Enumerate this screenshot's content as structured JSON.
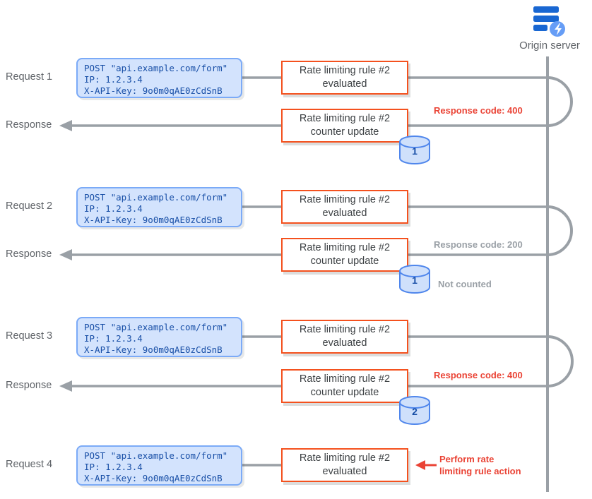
{
  "entity": {
    "label": "Origin server"
  },
  "payload": {
    "line1": "POST \"api.example.com/form\"",
    "line2": "IP: 1.2.3.4",
    "line3": "X-API-Key: 9o0m0qAE0zCdSnB"
  },
  "rule_boxes": {
    "title": "Rate limiting rule #2",
    "evaluated": "evaluated",
    "counter_update": "counter update"
  },
  "lanes": [
    {
      "label": "Request 1"
    },
    {
      "label": "Response"
    },
    {
      "label": "Request 2"
    },
    {
      "label": "Response"
    },
    {
      "label": "Request 3"
    },
    {
      "label": "Response"
    },
    {
      "label": "Request 4"
    }
  ],
  "counters": [
    {
      "value": "1"
    },
    {
      "value": "1"
    },
    {
      "value": "2"
    }
  ],
  "annotations": {
    "group1_response": "Response code: 400",
    "group2_response": "Response code: 200",
    "group2_note": "Not counted",
    "group3_response": "Response code: 400",
    "action_line1": "Perform rate",
    "action_line2": "limiting rule action"
  },
  "colors": {
    "rule_border_orange": "#f4511e",
    "request_fill_blue": "#d3e3fd",
    "request_border_blue": "#7baaf7",
    "request_text_blue": "#174ea6",
    "connector_gray": "#9aa0a6",
    "annotation_red": "#ea4335",
    "annotation_gray": "#9aa0a6",
    "icon_blue_dark": "#1967d2",
    "icon_blue_light": "#669df6"
  }
}
